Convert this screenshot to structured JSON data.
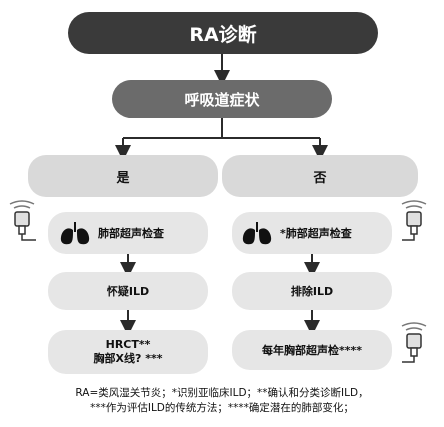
{
  "nodes": {
    "root": "RA诊断",
    "symptom": "呼吸道症状",
    "yes": "是",
    "no": "否",
    "ultrasound_left": "肺部超声检查",
    "ultrasound_right": "*肺部超声检查",
    "suspect": "怀疑ILD",
    "exclude": "排除ILD",
    "hrct_line1": "HRCT**",
    "hrct_line2": "胸部X线? ***",
    "annual": "每年胸部超声检****"
  },
  "footnote": {
    "line1": "RA=类风湿关节炎；*识别亚临床ILD；**确认和分类诊断ILD，",
    "line2": "***作为评估ILD的传统方法；****确定潜在的肺部变化；"
  },
  "icons": [
    "lungs-icon",
    "ultrasound-probe-icon"
  ],
  "colors": {
    "dark_node": "#3a3a3a",
    "mid_node": "#6b6b6b",
    "light_node": "#d9d9d9",
    "connector": "#2b2b2b"
  }
}
